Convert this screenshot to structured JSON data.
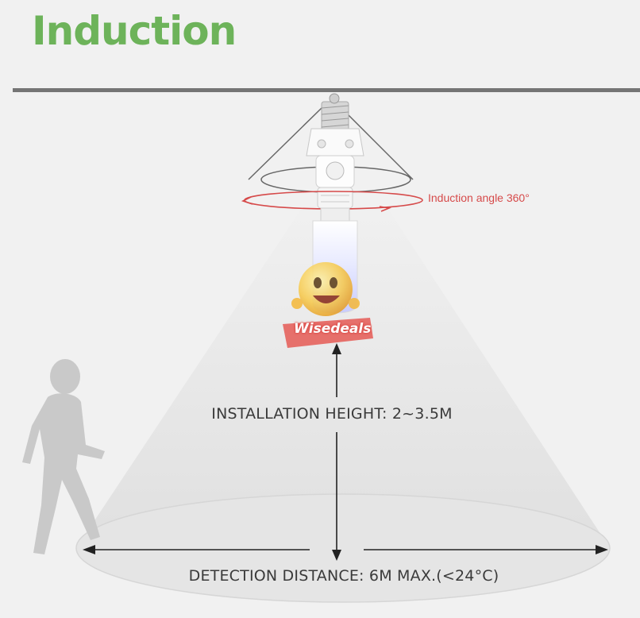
{
  "header": {
    "title": "Induction"
  },
  "labels": {
    "angle": "Induction angle 360°",
    "installation_height": "INSTALLATION HEIGHT: 2~3.5M",
    "detection_distance": "DETECTION DISTANCE: 6M MAX.(<24°C)"
  },
  "watermark": {
    "text": "Wisedeals"
  },
  "colors": {
    "title": "#6db35a",
    "ceiling": "#757575",
    "angle_arrow": "#d64a4a",
    "cone": "#e2e2e2",
    "arrows": "#222222",
    "figure": "#c9c9c9"
  },
  "icons": {
    "sensor": "motion-sensor-socket-icon",
    "bulb": "led-bulb-icon",
    "person": "walking-person-icon",
    "mascot": "smiley-mascot-icon"
  }
}
